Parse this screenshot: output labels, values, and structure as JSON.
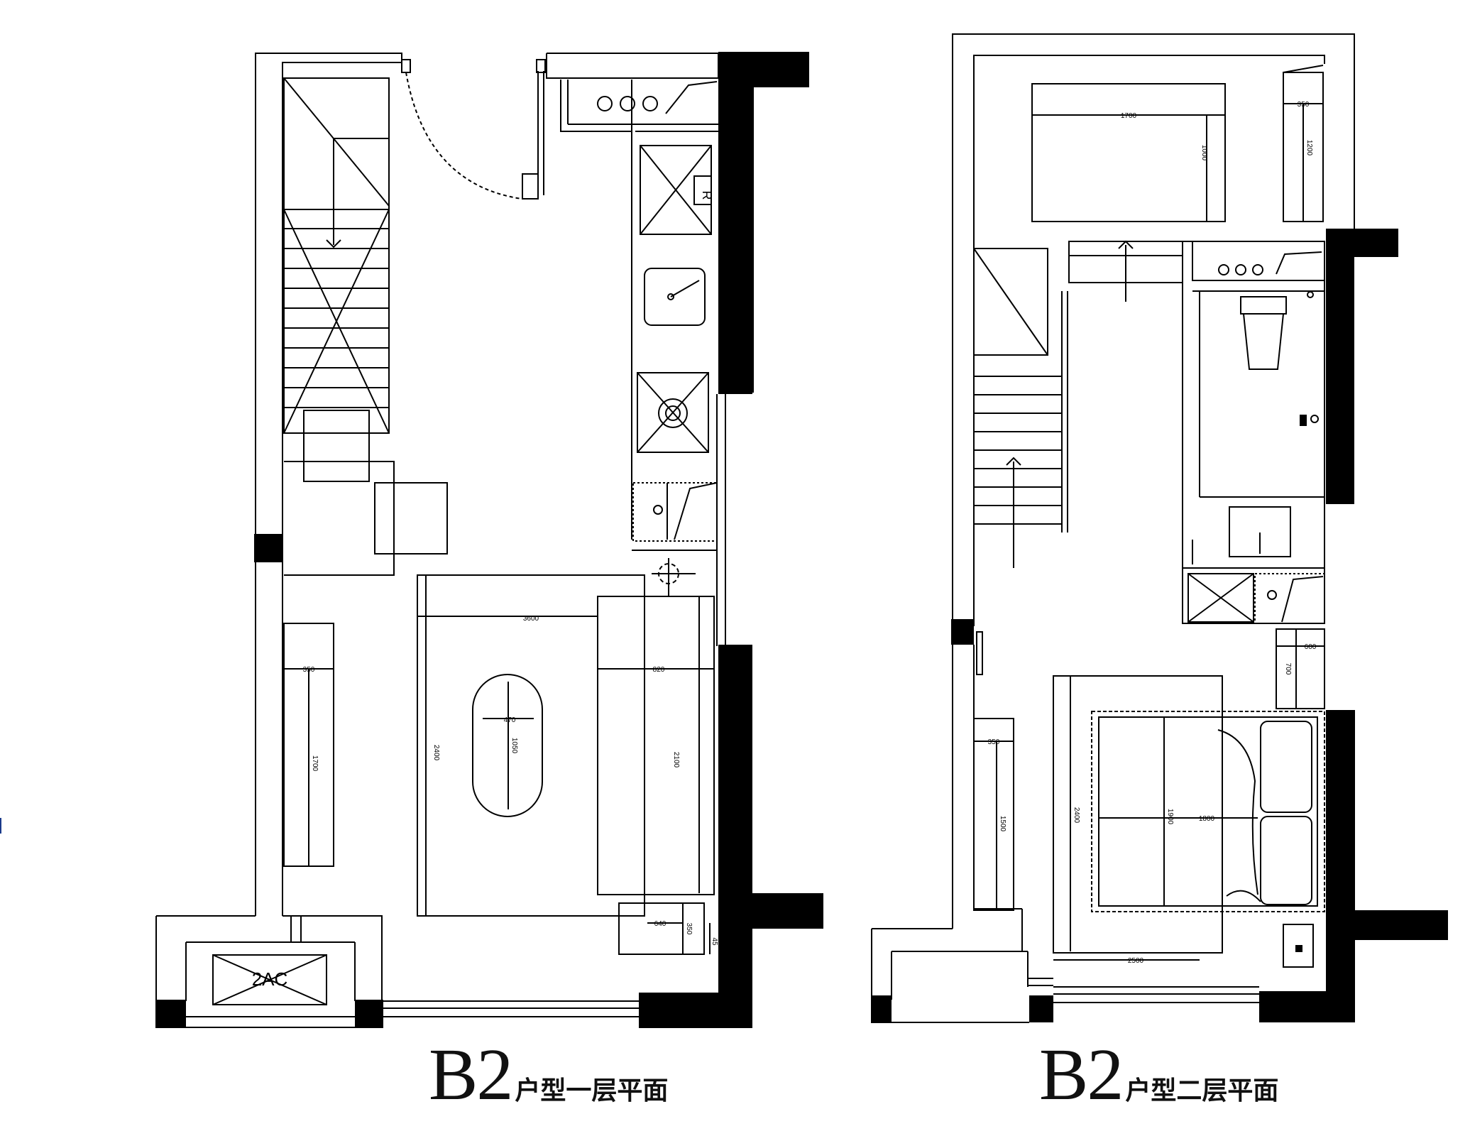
{
  "plans": [
    {
      "code": "B2",
      "subtitle": "户型一层平面",
      "labels": {
        "ac": "2AC",
        "fridge": "R",
        "carpet_w": "3600",
        "carpet_h": "2400",
        "table_w": "470",
        "table_h": "1050",
        "sofa_w": "820",
        "sofa_h": "2100",
        "tv_w": "350",
        "tv_h": "1700",
        "side_w": "640",
        "side_h": "350",
        "gap": "45"
      }
    },
    {
      "code": "B2",
      "subtitle": "户型二层平面",
      "labels": {
        "desk_w": "1700",
        "desk_h": "1000",
        "shelf_w": "350",
        "shelf_h": "1200",
        "cab_w": "600",
        "cab_h": "700",
        "ward_w": "350",
        "ward_h": "1500",
        "bed_w": "1800",
        "bed_h": "1900",
        "bed_h2": "2400",
        "rug_w": "2500"
      }
    }
  ],
  "colors": {
    "line": "#000000",
    "paper": "#ffffff"
  }
}
